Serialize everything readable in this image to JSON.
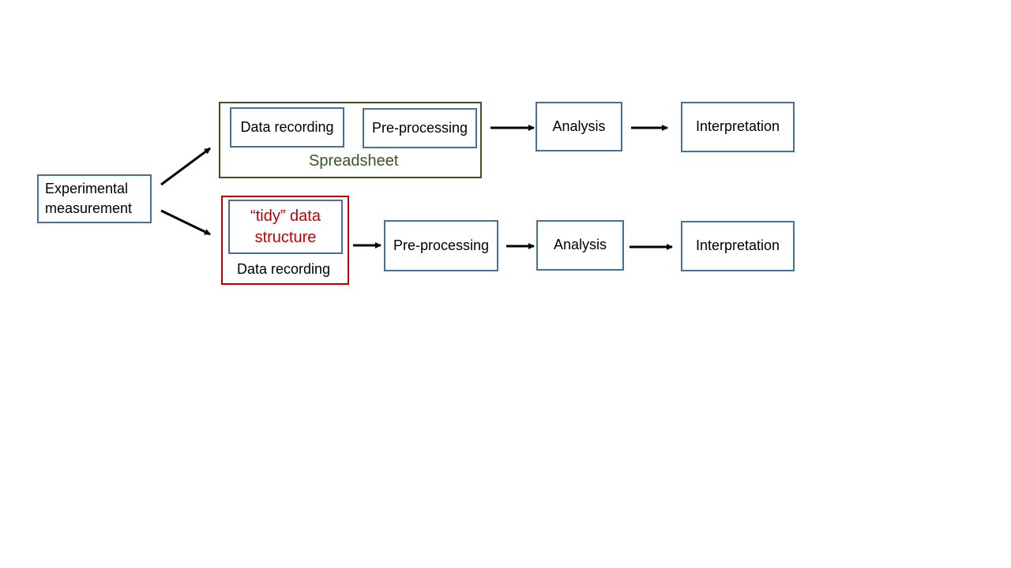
{
  "colors": {
    "box_border": "#41719c",
    "spreadsheet_border": "#375623",
    "spreadsheet_text": "#375623",
    "tidy_border": "#c00000",
    "tidy_text": "#c00000",
    "arrow": "#000000"
  },
  "start": {
    "label": "Experimental\nmeasurement"
  },
  "top_row": {
    "group_label": "Spreadsheet",
    "data_recording": "Data recording",
    "pre_processing": "Pre-processing",
    "analysis": "Analysis",
    "interpretation": "Interpretation"
  },
  "bottom_row": {
    "tidy_label": "“tidy” data\nstructure",
    "group_label": "Data recording",
    "pre_processing": "Pre-processing",
    "analysis": "Analysis",
    "interpretation": "Interpretation"
  }
}
